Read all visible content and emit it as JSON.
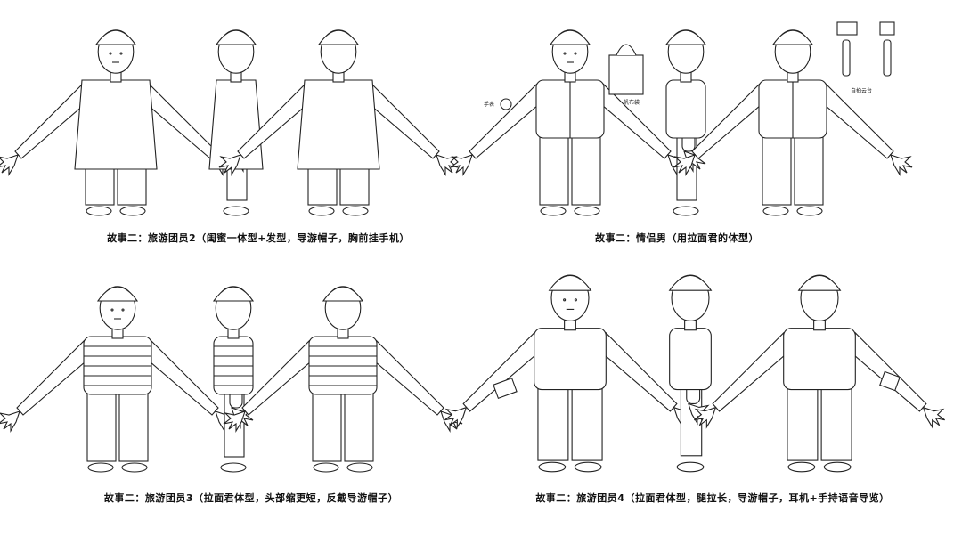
{
  "panels": [
    {
      "caption": "故事二：旅游团员2（闺蜜一体型+发型，导游帽子，胸前挂手机）",
      "views": [
        "front",
        "side",
        "back"
      ],
      "outfit": "dress"
    },
    {
      "caption": "故事二：情侣男（用拉面君的体型）",
      "views": [
        "front",
        "side",
        "back"
      ],
      "outfit": "shirt",
      "props": {
        "watch": "手表",
        "bag": "帆布袋",
        "gimbal": "自拍云台"
      }
    },
    {
      "caption": "故事二：旅游团员3（拉面君体型，头部缩更短，反戴导游帽子）",
      "views": [
        "front",
        "side",
        "back"
      ],
      "outfit": "stripes"
    },
    {
      "caption": "故事二：旅游团员4（拉面君体型，腿拉长，导游帽子，耳机+手持语音导览）",
      "views": [
        "front",
        "side",
        "back"
      ],
      "outfit": "tee"
    }
  ],
  "colors": {
    "line": "#222222",
    "background": "#ffffff"
  }
}
